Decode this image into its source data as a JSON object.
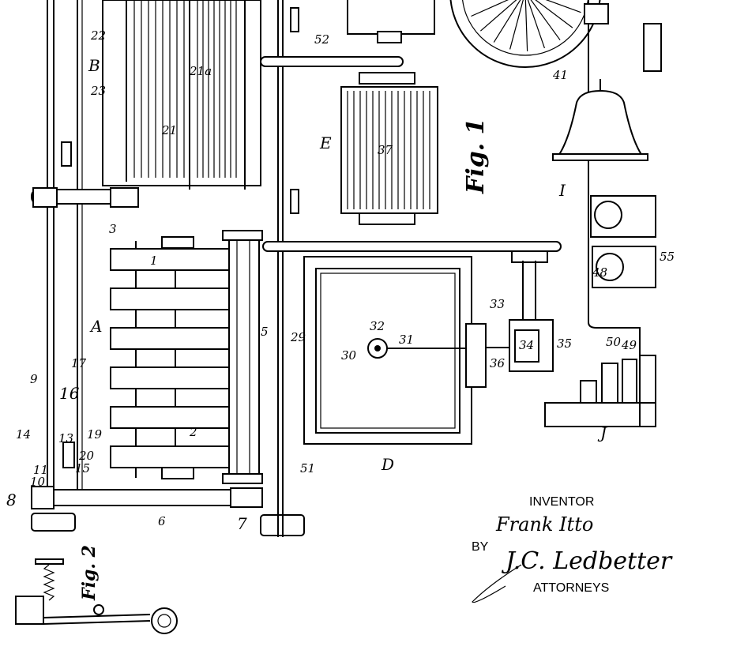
{
  "figures": {
    "fig1": "Fig. 1",
    "fig2": "Fig. 2"
  },
  "sections": {
    "a": "A",
    "b": "B",
    "d": "D",
    "e": "E",
    "i": "I",
    "j": "J"
  },
  "refs": {
    "r1": "1",
    "r2": "2",
    "r3": "3",
    "r5": "5",
    "r6": "6",
    "r7": "7",
    "r8": "8",
    "r9": "9",
    "r10": "10",
    "r11": "11",
    "r13": "13",
    "r14": "14",
    "r15": "15",
    "r16": "16",
    "r17": "17",
    "r19": "19",
    "r20": "20",
    "r21": "21",
    "r21a": "21a",
    "r22": "22",
    "r23": "23",
    "r29": "29",
    "r30": "30",
    "r31": "31",
    "r32": "32",
    "r33": "33",
    "r34": "34",
    "r35": "35",
    "r36": "36",
    "r37": "37",
    "r41": "41",
    "r48": "48",
    "r49": "49",
    "r50": "50",
    "r51": "51",
    "r52": "52",
    "r55": "55"
  },
  "signature": {
    "inventor_label": "INVENTOR",
    "inventor_name": "Frank Itto",
    "by_label": "BY",
    "attorney_signature": "J.C. Ledbetter",
    "attorneys_label": "ATTORNEYS"
  }
}
